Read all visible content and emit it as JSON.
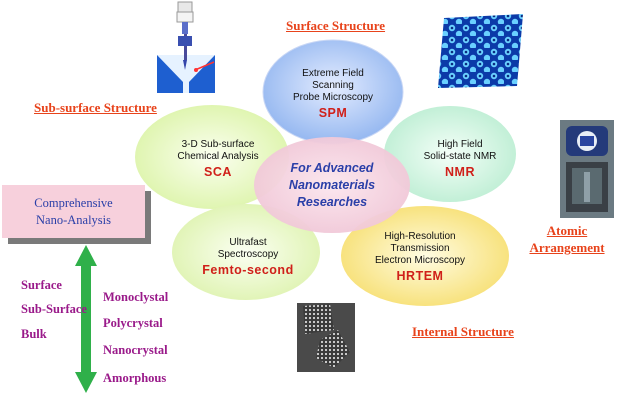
{
  "categories": {
    "surface": "Surface  Structure",
    "subsurface": "Sub-surface  Structure",
    "atomic": "Atomic Arrangement",
    "internal": "Internal  Structure"
  },
  "petals": {
    "spm": {
      "lines": [
        "Extreme Field",
        "Scanning",
        "Probe Microscopy"
      ],
      "abbr": "SPM"
    },
    "nmr": {
      "lines": [
        "High Field",
        "Solid-state NMR"
      ],
      "abbr": "NMR"
    },
    "sca": {
      "lines": [
        "3-D Sub-surface",
        "Chemical Analysis"
      ],
      "abbr": "SCA"
    },
    "femto": {
      "lines": [
        "Ultrafast",
        "Spectroscopy"
      ],
      "abbr": "Femto-second"
    },
    "hrtem": {
      "lines": [
        "High-Resolution",
        "Transmission",
        "Electron Microscopy"
      ],
      "abbr": "HRTEM"
    }
  },
  "center": {
    "lines": [
      "For Advanced",
      "Nanomaterials",
      "Researches"
    ]
  },
  "comprehensive": {
    "lines": [
      "Comprehensive",
      "Nano-Analysis"
    ]
  },
  "depth_levels": [
    "Surface",
    "Sub-Surface",
    "Bulk"
  ],
  "crystal_types": [
    "Monoclystal",
    "Polycrystal",
    "Nanocrystal",
    "Amorphous"
  ],
  "colors": {
    "category": "#e8431b",
    "purple_text": "#9a1a8a",
    "abbr": "#d0201a",
    "center_text": "#2a3fa8",
    "arrow": "#2fb04a",
    "comp_box": "#f7d0dc"
  }
}
